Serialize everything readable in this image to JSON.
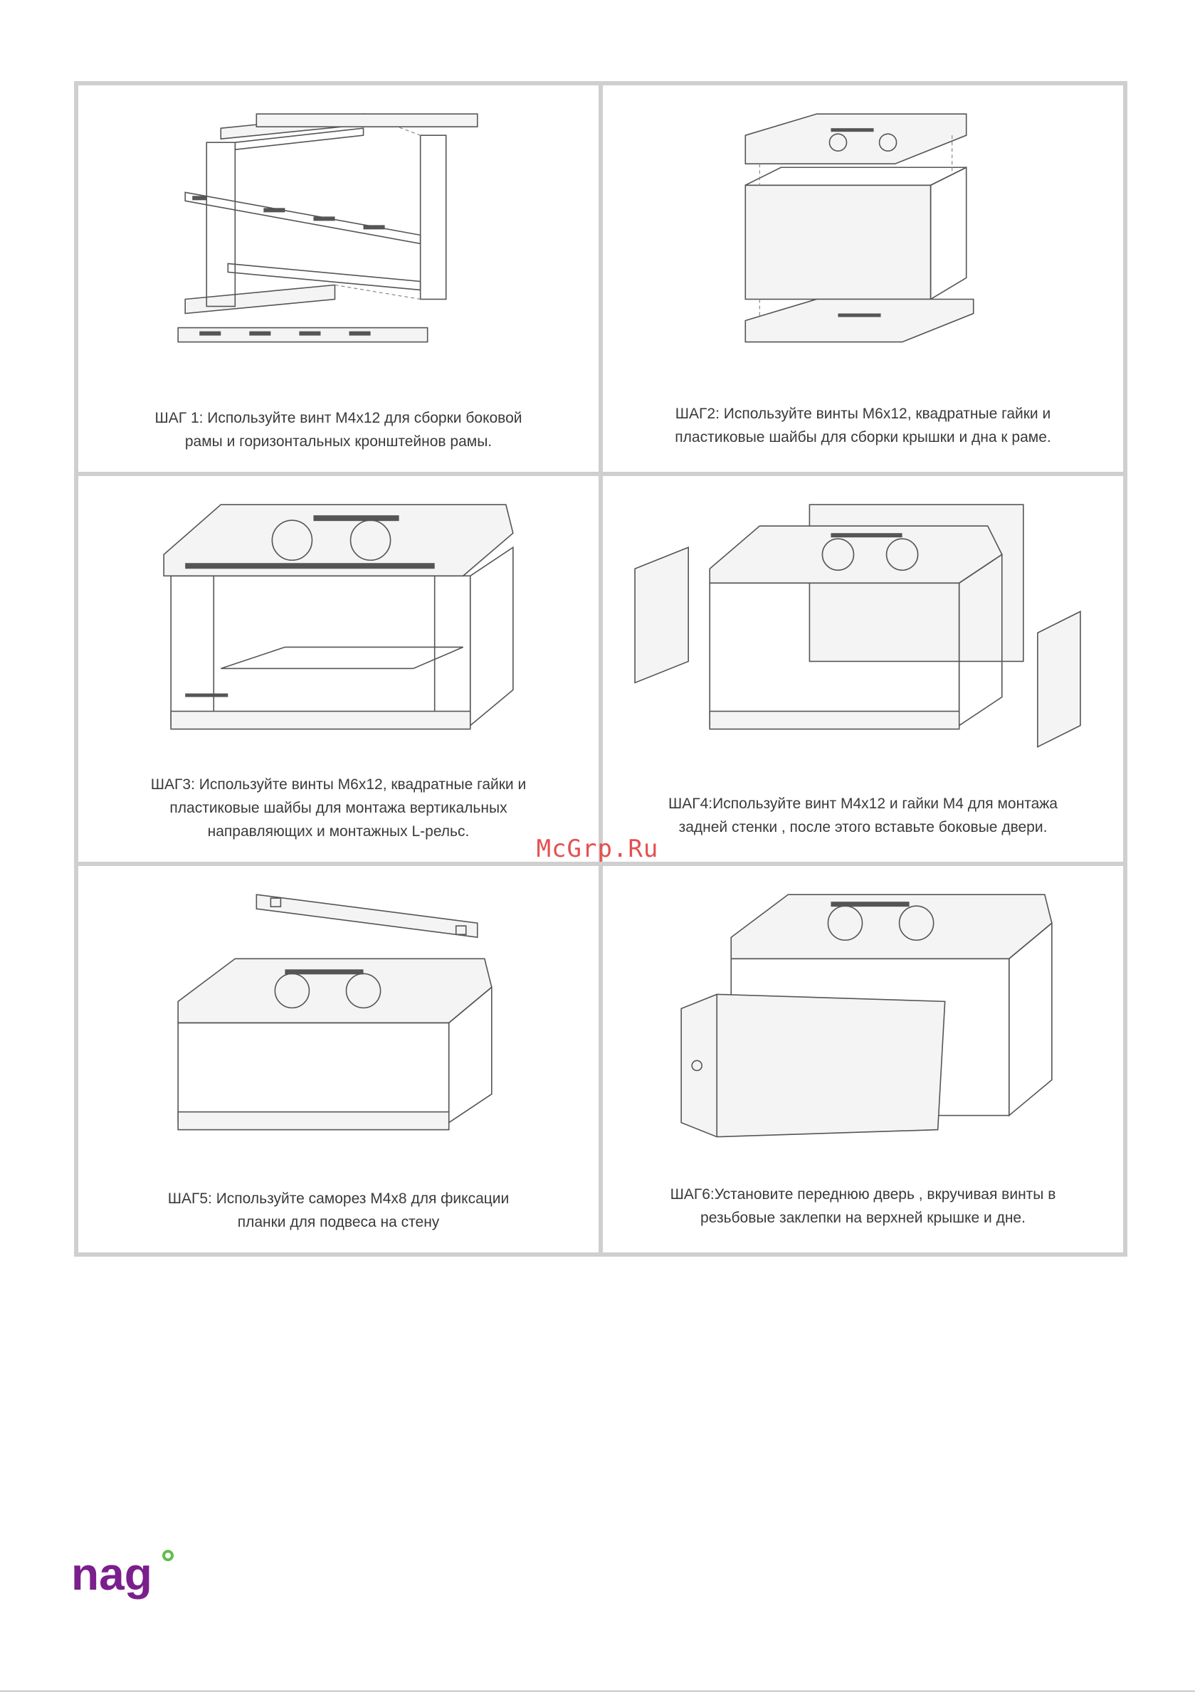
{
  "steps": [
    {
      "caption": "ШАГ 1: Используйте винт М4х12 для сборки боковой\nрамы и горизонтальных кронштейнов рамы."
    },
    {
      "caption": "ШАГ2: Используйте винты М6х12, квадратные гайки и\nпластиковые шайбы для сборки крышки и дна к раме."
    },
    {
      "caption": "ШАГ3: Используйте винты М6х12, квадратные гайки и\nпластиковые шайбы для монтажа вертикальных\nнаправляющих и монтажных L-рельс."
    },
    {
      "caption": "ШАГ4:Используйте винт М4х12 и гайки М4 для монтажа\nзадней стенки , после этого вставьте боковые двери."
    },
    {
      "caption": "ШАГ5: Используйте саморез М4х8 для фиксации\nпланки для подвеса на стену"
    },
    {
      "caption": "ШАГ6:Установите переднюю дверь , вкручивая винты в\nрезьбовые заклепки на верхней крышке и дне."
    }
  ],
  "watermark": "McGrp.Ru",
  "logo": {
    "text": "nag",
    "color": "#7b1f8c",
    "accent": "#5fbf4a"
  }
}
